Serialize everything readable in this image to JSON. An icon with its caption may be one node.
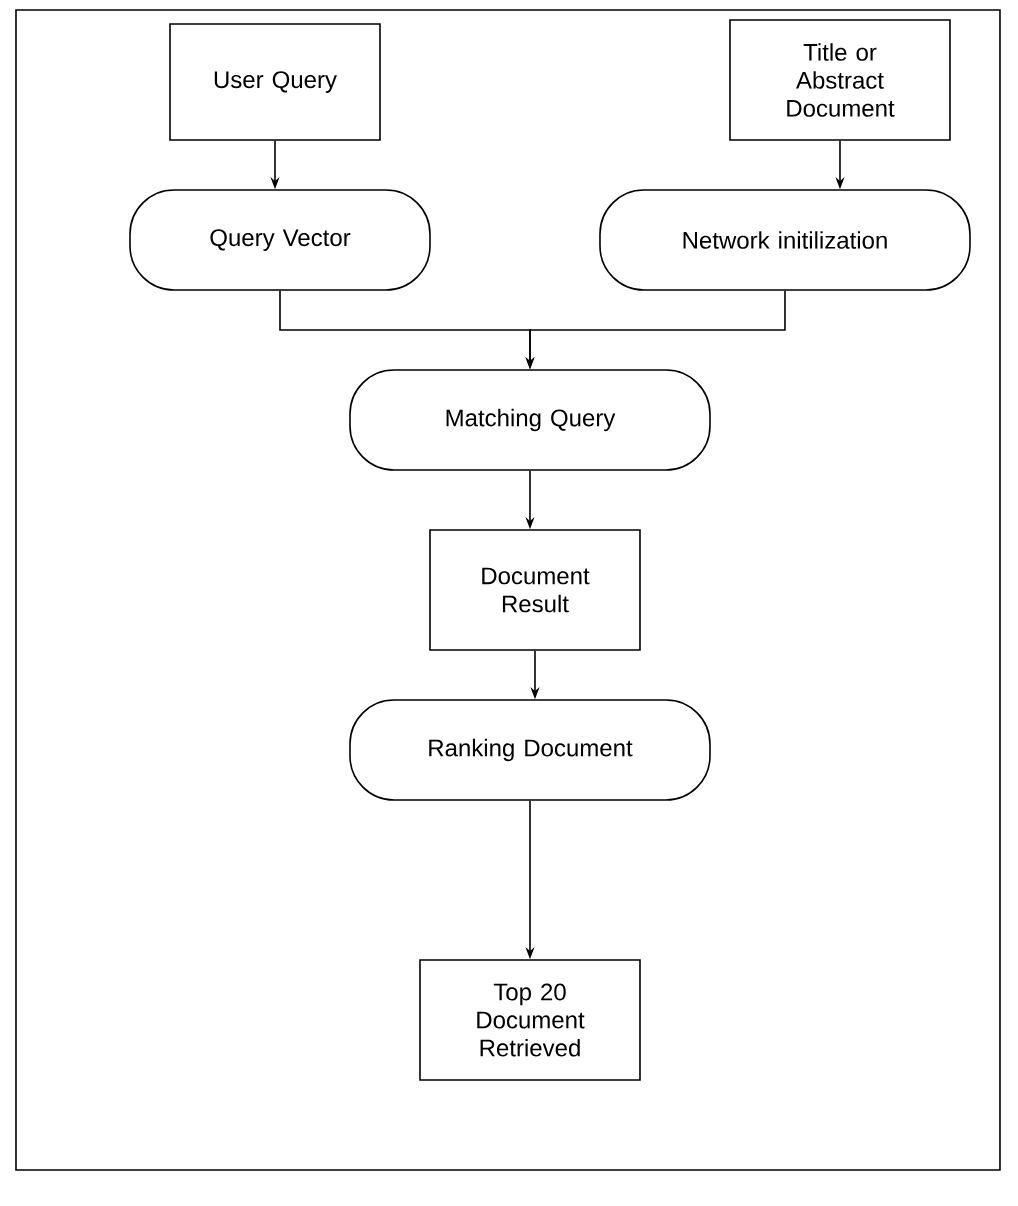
{
  "diagram": {
    "nodes": [
      {
        "text": [
          "User Query"
        ]
      },
      {
        "text": [
          "Title or Abstract Document"
        ]
      },
      {
        "text": [
          "Query Vector"
        ]
      },
      {
        "text": [
          "Network initilization"
        ]
      },
      {
        "text": [
          "Matching Query"
        ]
      },
      {
        "text": [
          "Document Result"
        ]
      },
      {
        "text": [
          "Ranking Document"
        ]
      },
      {
        "text": [
          "Top 20 Document Retrieved"
        ]
      }
    ],
    "edges": [
      {
        "from": 0,
        "to": 2,
        "arrow": "to"
      },
      {
        "from": 1,
        "to": 3,
        "arrow": "to"
      },
      {
        "from": 2,
        "to": 4,
        "arrow": "to"
      },
      {
        "from": 3,
        "to": 4,
        "arrow": "to"
      },
      {
        "from": 4,
        "to": 5,
        "arrow": "to"
      },
      {
        "from": 5,
        "to": 6,
        "arrow": "to"
      },
      {
        "from": 6,
        "to": 7,
        "arrow": "to"
      }
    ]
  }
}
